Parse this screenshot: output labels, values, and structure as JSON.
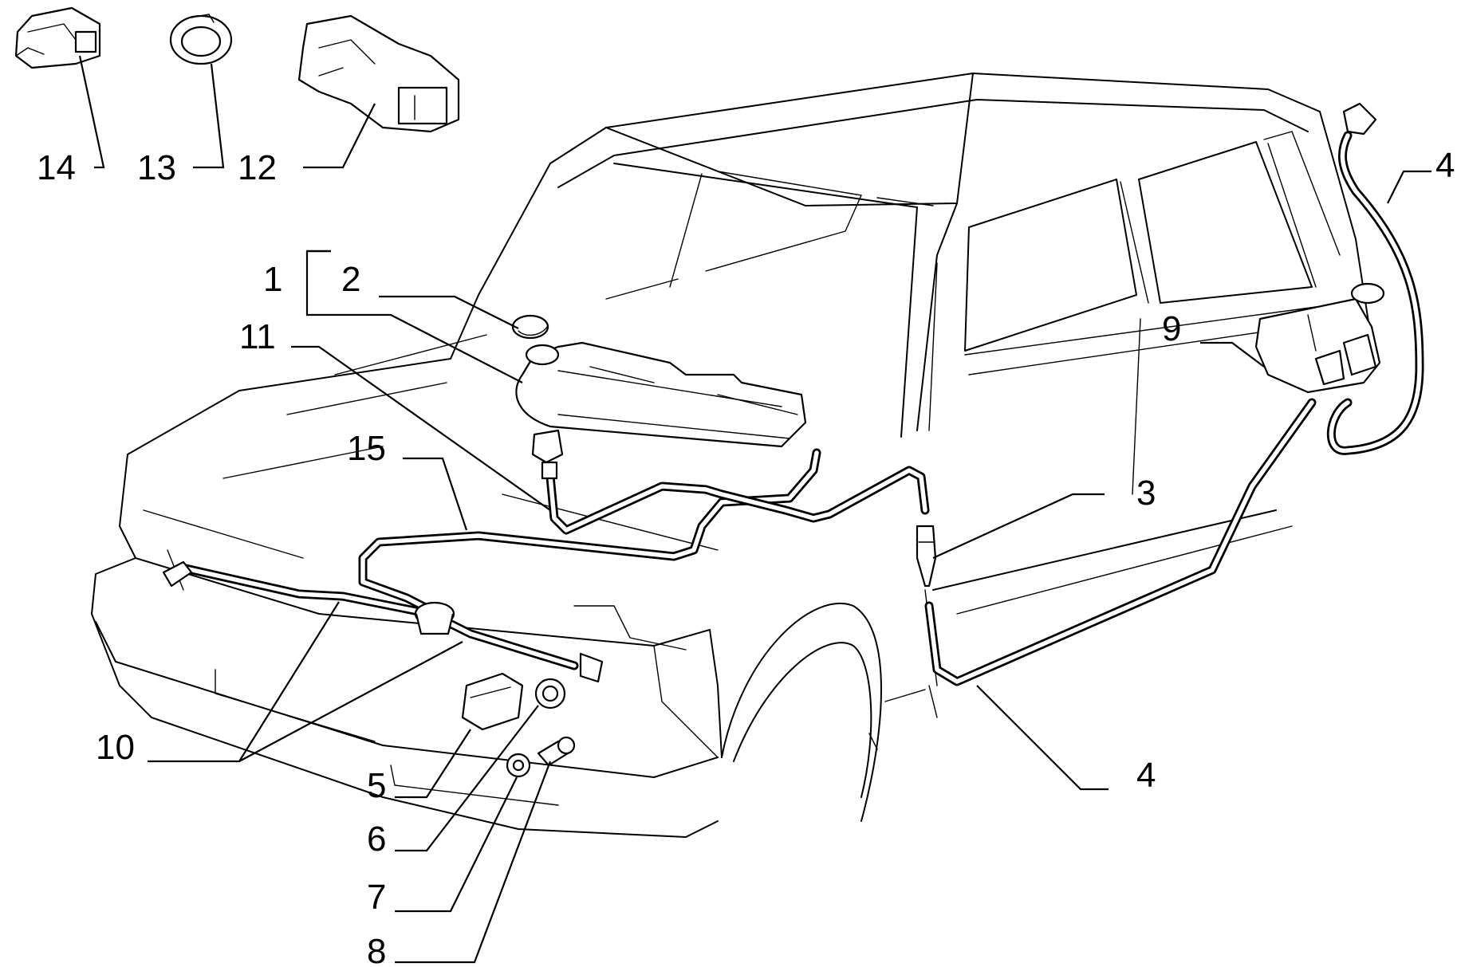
{
  "callouts": {
    "c1": "1",
    "c2": "2",
    "c3": "3",
    "c4a": "4",
    "c4b": "4",
    "c5": "5",
    "c6": "6",
    "c7": "7",
    "c8": "8",
    "c9": "9",
    "c10": "10",
    "c11": "11",
    "c12": "12",
    "c13": "13",
    "c14": "14",
    "c15": "15"
  }
}
